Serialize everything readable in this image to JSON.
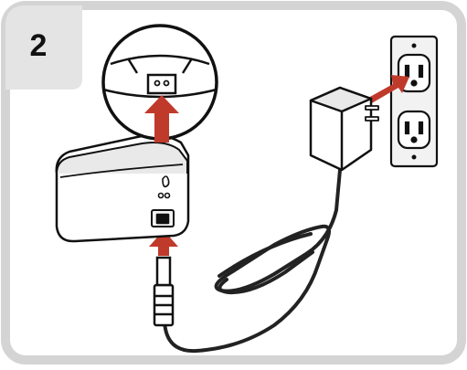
{
  "step": {
    "number": "2"
  },
  "colors": {
    "frame": "#d4d4d4",
    "badge": "#e4e4e4",
    "outline": "#111111",
    "arrow": "#c03a2b",
    "device_shade": "#e9e9e9",
    "outlet_plate": "#f2f2f2",
    "cord": "#222222"
  },
  "icons": {
    "step_badge": "step-number-badge",
    "device": "base-station-device",
    "magnifier": "port-zoom-inset",
    "adapter": "power-adapter",
    "outlet": "wall-outlet"
  }
}
